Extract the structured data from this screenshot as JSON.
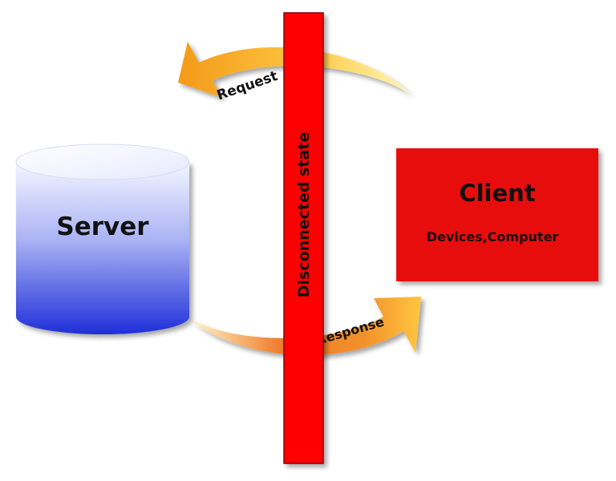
{
  "server": {
    "label": "Server"
  },
  "client": {
    "title": "Client",
    "subtitle": "Devices,Computer"
  },
  "divider": {
    "label": "Disconnected state"
  },
  "request": {
    "label": "Request"
  },
  "response": {
    "label": "Response"
  },
  "colors": {
    "server_top": "#f4f6ff",
    "server_bottom": "#1f2fd8",
    "client_fill": "#e8110f",
    "divider_fill": "#ff0000",
    "arrow_light": "#fff9b8",
    "arrow_mid": "#ffc640",
    "arrow_dark": "#f06a1a"
  }
}
